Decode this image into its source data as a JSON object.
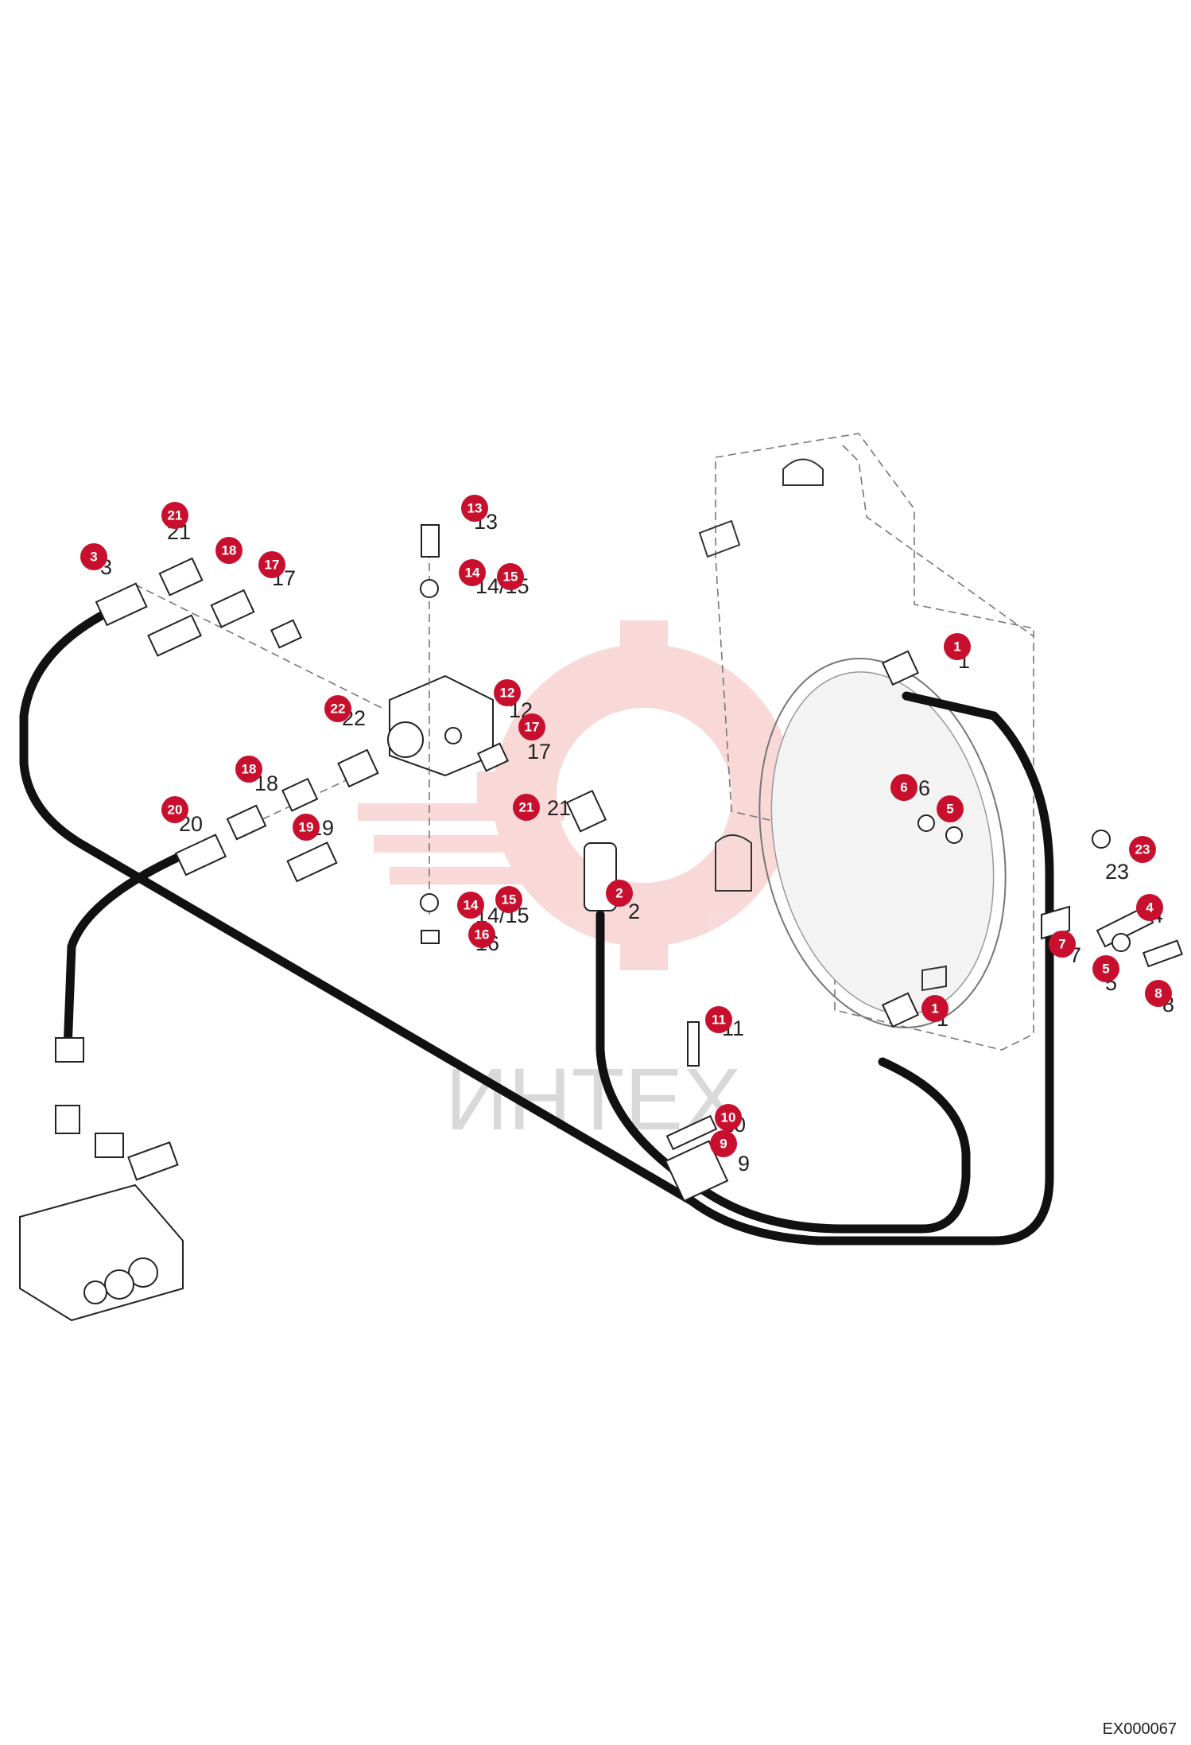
{
  "diagram_id": "EX000067",
  "watermark": "ИНТЕХ",
  "accent_color": "#c8102e",
  "callouts": [
    {
      "n": "1"
    },
    {
      "n": "1"
    },
    {
      "n": "2"
    },
    {
      "n": "3"
    },
    {
      "n": "4"
    },
    {
      "n": "5"
    },
    {
      "n": "5"
    },
    {
      "n": "6"
    },
    {
      "n": "7"
    },
    {
      "n": "8"
    },
    {
      "n": "9"
    },
    {
      "n": "10"
    },
    {
      "n": "11"
    },
    {
      "n": "12"
    },
    {
      "n": "13"
    },
    {
      "n": "14"
    },
    {
      "n": "15"
    },
    {
      "n": "14"
    },
    {
      "n": "15"
    },
    {
      "n": "16"
    },
    {
      "n": "17"
    },
    {
      "n": "17"
    },
    {
      "n": "18"
    },
    {
      "n": "18"
    },
    {
      "n": "19"
    },
    {
      "n": "20"
    },
    {
      "n": "21"
    },
    {
      "n": "21"
    },
    {
      "n": "22"
    },
    {
      "n": "23"
    }
  ],
  "part_labels": [
    "3",
    "21",
    "17",
    "13",
    "12",
    "17",
    "22",
    "18",
    "19",
    "20",
    "21",
    "2",
    "14/15",
    "14/15",
    "16",
    "1",
    "6",
    "23",
    "4",
    "7",
    "5",
    "8",
    "1",
    "11",
    "10",
    "9"
  ]
}
